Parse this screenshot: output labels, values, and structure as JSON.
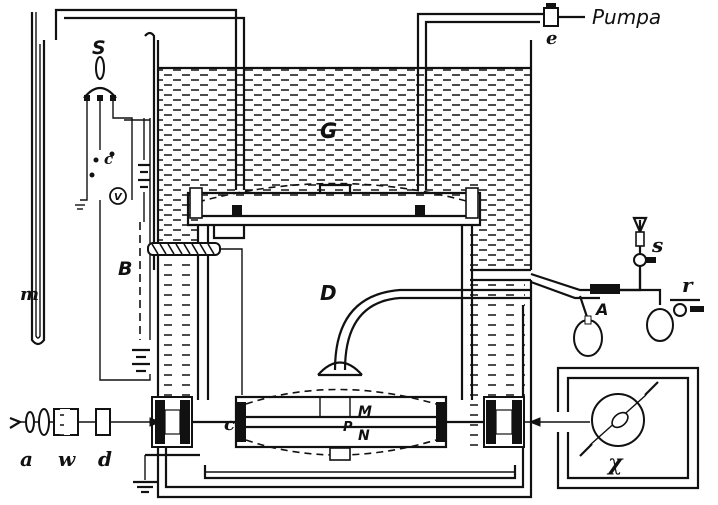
{
  "labels": {
    "pump": "Pumpa",
    "S": "S",
    "G": "G",
    "m": "m",
    "B": "B",
    "D": "D",
    "A": "A",
    "s": "s",
    "r": "r",
    "e": "e",
    "c": "c",
    "M": "M",
    "N": "N",
    "P": "P",
    "a": "a",
    "w": "w",
    "d": "d",
    "chi": "χ",
    "small_c": "c",
    "V": "V"
  }
}
